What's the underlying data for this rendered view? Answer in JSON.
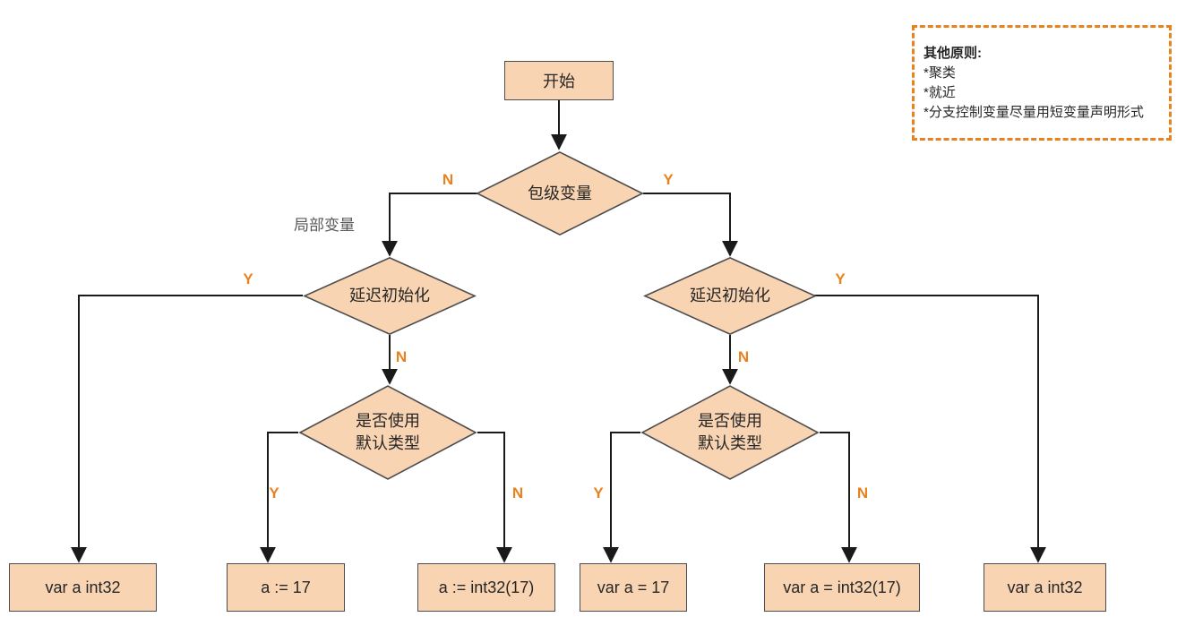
{
  "diagram": {
    "start": "开始",
    "decision_package": "包级变量",
    "branch_label_local": "局部变量",
    "decision_lazy_left": "延迟初始化",
    "decision_lazy_right": "延迟初始化",
    "decision_default_left": [
      "是否使用",
      "默认类型"
    ],
    "decision_default_right": [
      "是否使用",
      "默认类型"
    ],
    "results": [
      "var a int32",
      "a := 17",
      "a := int32(17)",
      "var a = 17",
      "var a = int32(17)",
      "var a int32"
    ],
    "edge_labels": {
      "pkg_n": "N",
      "pkg_y": "Y",
      "lazy_left_y": "Y",
      "lazy_left_n": "N",
      "lazy_right_y": "Y",
      "lazy_right_n": "N",
      "default_left_y": "Y",
      "default_left_n": "N",
      "default_right_y": "Y",
      "default_right_n": "N"
    }
  },
  "note": {
    "title": "其他原则:",
    "items": [
      "*聚类",
      "*就近",
      "*分支控制变量尽量用短变量声明形式"
    ]
  },
  "colors": {
    "node_fill": "#F9D4B3",
    "node_border": "#4D4D4D",
    "connector": "#1A1A1A",
    "edge_label": "#E8821E",
    "note_border": "#E8821E",
    "text": "#262626",
    "muted_label": "#595959"
  }
}
